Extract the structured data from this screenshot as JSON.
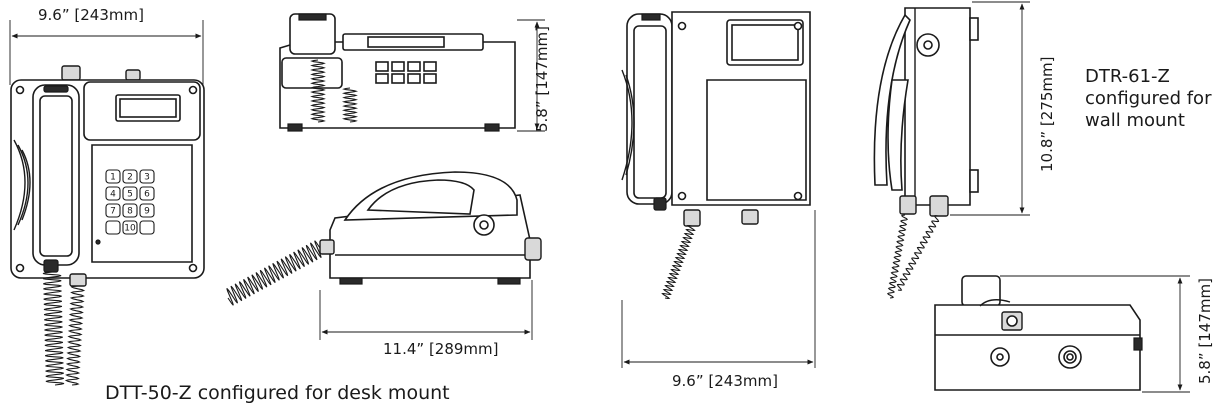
{
  "dimensions": {
    "front_width": "9.6” [243mm]",
    "desk_height": "5.8” [147mm]",
    "side_length": "11.4” [289mm]",
    "wall_width": "9.6” [243mm]",
    "wall_height": "10.8” [275mm]",
    "wall_side_height": "5.8” [147mm]"
  },
  "captions": {
    "desk_model": "DTT-50-Z configured for desk mount",
    "wall_model": "DTR-61-Z configured for wall mount"
  },
  "keypad": [
    "1",
    "2",
    "3",
    "4",
    "5",
    "6",
    "7",
    "8",
    "9",
    "",
    "10",
    ""
  ]
}
